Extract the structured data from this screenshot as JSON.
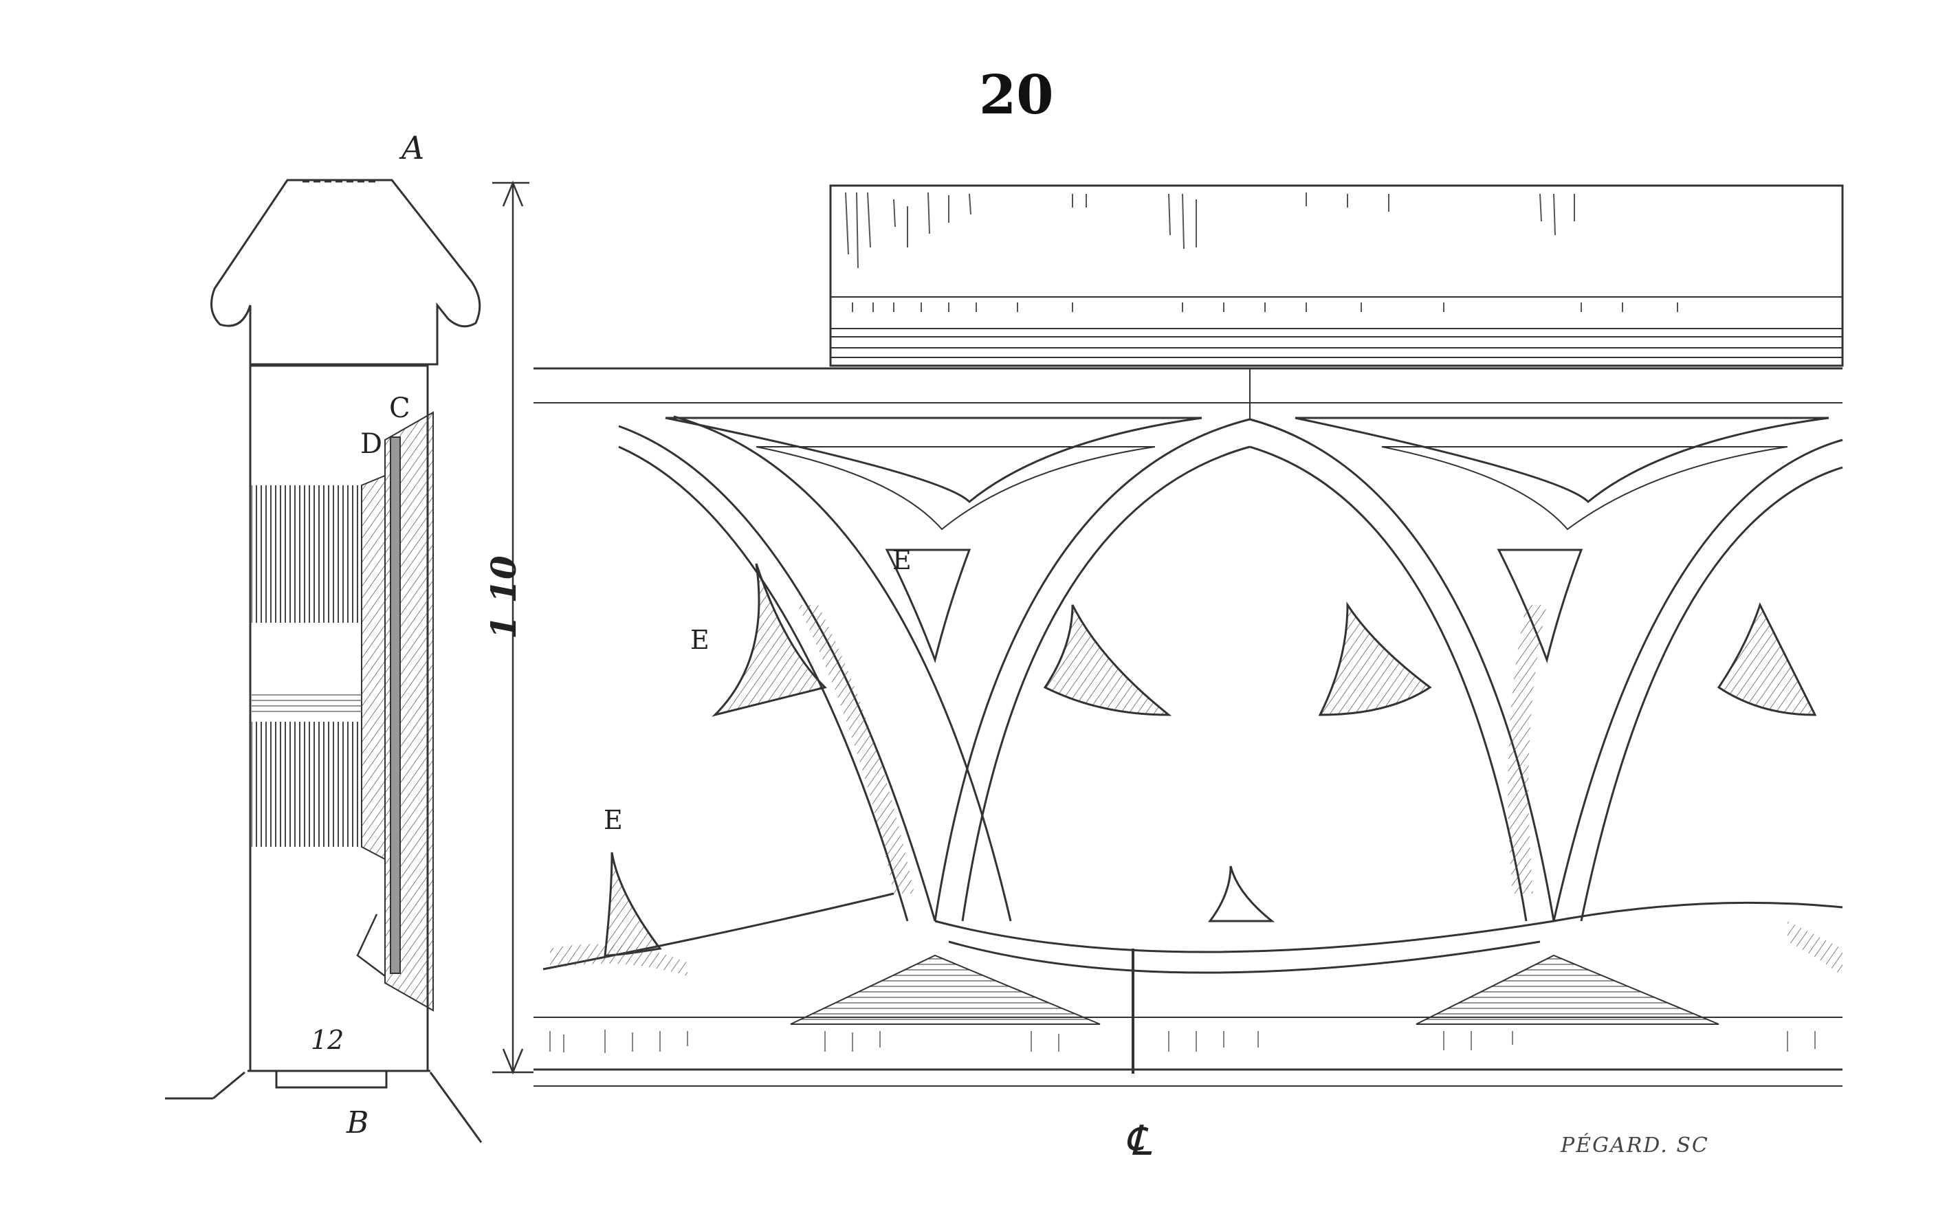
{
  "figure": {
    "number": "20"
  },
  "labels": {
    "a": "A",
    "b": "B",
    "c": "C",
    "d": "D",
    "twelve": "12",
    "e_upper": "E",
    "e_middle": "E",
    "e_lower": "E",
    "dimension": "1 10",
    "axis": "℄",
    "engraver": "PÉGARD. SC"
  },
  "colors": {
    "ink": "#333333",
    "paper": "#ffffff"
  }
}
